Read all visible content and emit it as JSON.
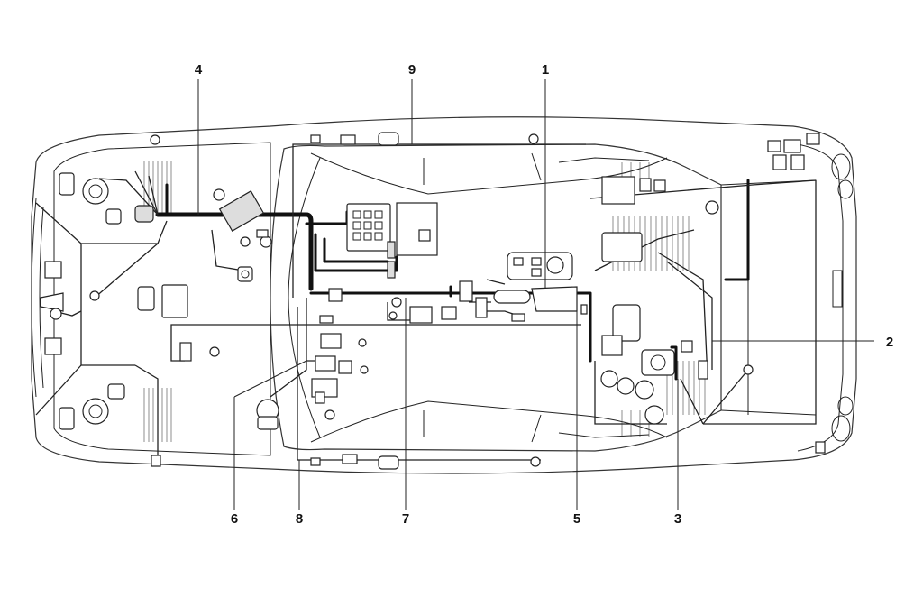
{
  "callouts": [
    {
      "id": "1",
      "label": "1"
    },
    {
      "id": "2",
      "label": "2"
    },
    {
      "id": "3",
      "label": "3"
    },
    {
      "id": "4",
      "label": "4"
    },
    {
      "id": "5",
      "label": "5"
    },
    {
      "id": "6",
      "label": "6"
    },
    {
      "id": "7",
      "label": "7"
    },
    {
      "id": "8",
      "label": "8"
    },
    {
      "id": "9",
      "label": "9"
    }
  ],
  "colors": {
    "line": "#222222",
    "harness": "#111111",
    "background": "#ffffff"
  }
}
